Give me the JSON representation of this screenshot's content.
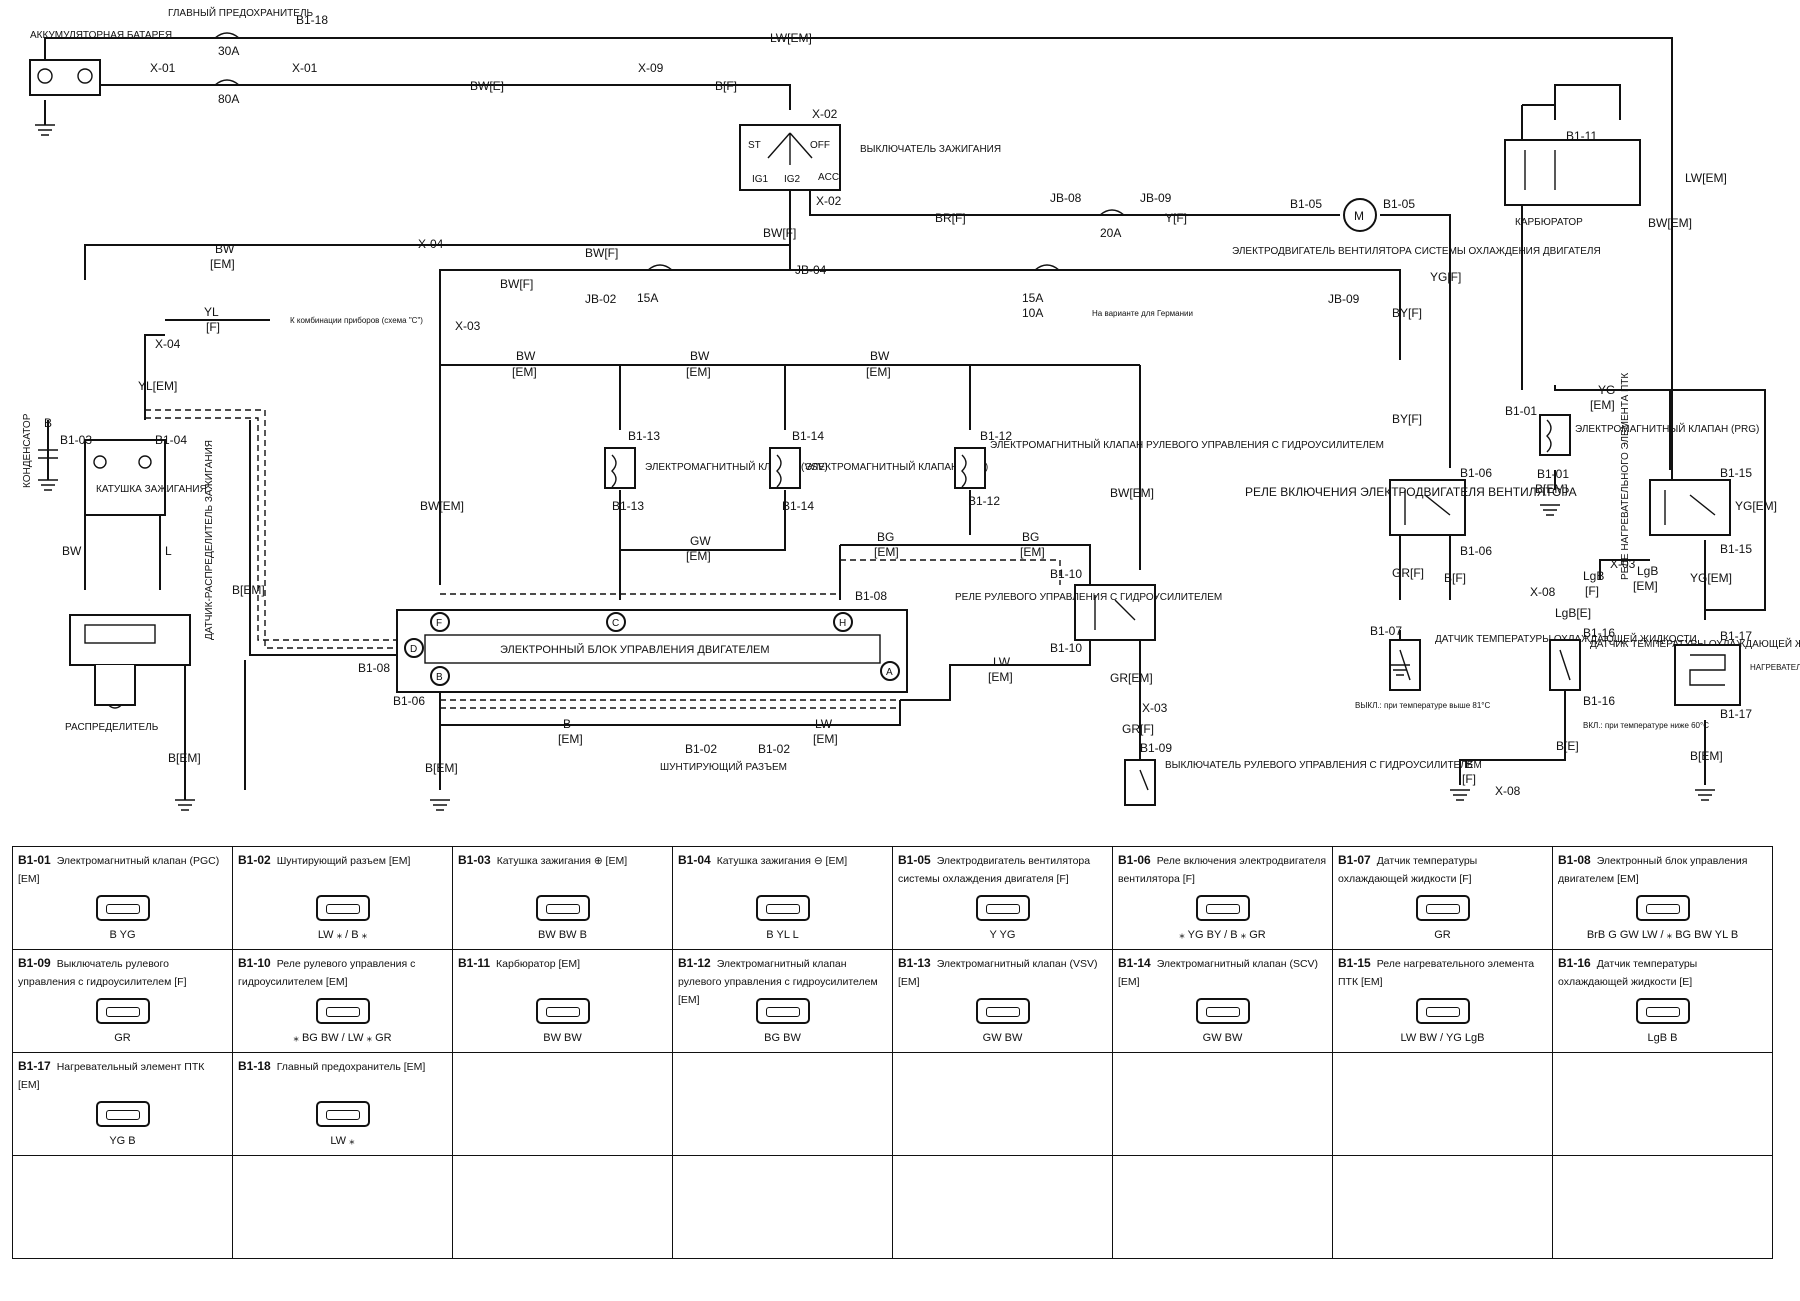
{
  "diagram": {
    "components": {
      "battery": "АККУМУЛЯТОРНАЯ БАТАРЕЯ",
      "main_fuse": "ГЛАВНЫЙ ПРЕДОХРАНИТЕЛЬ",
      "ignition_switch": "ВЫКЛЮЧАТЕЛЬ ЗАЖИГАНИЯ",
      "fan_motor": "ЭЛЕКТРОДВИГАТЕЛЬ ВЕНТИЛЯТОРА СИСТЕМЫ ОХЛАЖДЕНИЯ ДВИГАТЕЛЯ",
      "carburetor": "КАРБЮРАТОР",
      "condenser": "КОНДЕНСАТОР",
      "ignition_coil": "КАТУШКА ЗАЖИГАНИЯ",
      "distributor_sensor": "ДАТЧИК-РАСПРЕДЕЛИТЕЛЬ ЗАЖИГАНИЯ",
      "distributor": "РАСПРЕДЕЛИТЕЛЬ",
      "valve_vsv": "ЭЛЕКТРОМАГНИТНЫЙ КЛАПАН (VSV)",
      "valve_scv": "ЭЛЕКТРОМАГНИТНЫЙ КЛАПАН (SCV)",
      "valve_ps": "ЭЛЕКТРОМАГНИТНЫЙ КЛАПАН РУЛЕВОГО УПРАВЛЕНИЯ С ГИДРОУСИЛИТЕЛЕМ",
      "ecu": "ЭЛЕКТРОННЫЙ БЛОК УПРАВЛЕНИЯ ДВИГАТЕЛЕМ",
      "ps_relay": "РЕЛЕ РУЛЕВОГО УПРАВЛЕНИЯ С ГИДРОУСИЛИТЕЛЕМ",
      "ps_switch": "ВЫКЛЮЧАТЕЛЬ РУЛЕВОГО УПРАВЛЕНИЯ С ГИДРОУСИЛИТЕЛЕМ",
      "bypass_connector": "ШУНТИРУЮЩИЙ РАЗЪЕМ",
      "fan_relay": "РЕЛЕ ВКЛЮЧЕНИЯ ЭЛЕКТРОДВИГАТЕЛЯ ВЕНТИЛЯТОРА",
      "coolant_sensor_fan": "ДАТЧИК ТЕМПЕРАТУРЫ ОХЛАЖДАЮЩЕЙ ЖИДКОСТИ",
      "coolant_sensor_heater": "ДАТЧИК ТЕМПЕРАТУРЫ ОХЛАЖДАЮЩЕЙ ЖИДКОСТИ",
      "valve_pgc": "ЭЛЕКТРОМАГНИТНЫЙ КЛАПАН (PRG)",
      "ptc_relay": "РЕЛЕ НАГРЕВАТЕЛЬНОГО ЭЛЕМЕНТА ПТК",
      "ptc_heater": "НАГРЕВАТЕЛЬНЫЙ ЭЛЕМЕНТ ПТК"
    },
    "notes": {
      "combination_meter": "К комбинации приборов (схема \"С\")",
      "germany": "На варианте для Германии",
      "fan_off_temp": "ВЫКЛ.: при температуре выше 81°С",
      "heater_on_temp": "ВКЛ.: при температуре ниже 60°С"
    },
    "fuses": {
      "f30": "30A",
      "f80": "80A",
      "f20": "20A",
      "f15a": "15A",
      "f15b": "15A",
      "f10": "10A"
    },
    "switch_positions": [
      "ST",
      "OFF",
      "IG1",
      "IG2",
      "ACC"
    ],
    "ecu_terminals": [
      "F",
      "C",
      "H",
      "D",
      "B",
      "A"
    ],
    "motor_symbol": "M",
    "wire_labels": {
      "lw_em": "LW[EM]",
      "bw_e": "BW[E]",
      "b_f": "B[F]",
      "br_f": "BR[F]",
      "y_f": "Y[F]",
      "bw_f_top": "BW[F]",
      "bw_em_left": "BW",
      "bw_em_left2": "[EM]",
      "bw_f_mid": "BW[F]",
      "bw_f_jb": "BW[F]",
      "yl": "YL",
      "yl_f": "[F]",
      "yl_em": "YL[EM]",
      "bw_1": "BW",
      "bw_1b": "[EM]",
      "bw_2": "BW",
      "bw_2b": "[EM]",
      "bw_3": "BW",
      "bw_3b": "[EM]",
      "bw_em_vert": "BW[EM]",
      "bw_em_vert2": "BW[EM]",
      "gw": "GW",
      "gw_b": "[EM]",
      "bg_1": "BG",
      "bg_1b": "[EM]",
      "bg_2": "BG",
      "bg_2b": "[EM]",
      "lw_ecu": "LW",
      "lw_ecu_b": "[EM]",
      "b_em_short": "B",
      "b_em_short_b": "[EM]",
      "lw_short": "LW",
      "lw_short_b": "[EM]",
      "b_em_left": "B[EM]",
      "b_em_ground": "B[EM]",
      "b_em_ground2": "B[EM]",
      "bw_coil": "BW",
      "l_coil": "L",
      "b_small": "B",
      "gr_em": "GR[EM]",
      "gr_f": "GR[F]",
      "yg_f": "YG[F]",
      "by_f": "BY[F]",
      "by_f2": "BY[F]",
      "gr_f2": "GR[F]",
      "b_f2": "B[F]",
      "bw_em_right": "BW[EM]",
      "lw_em_right": "LW[EM]",
      "yg_em": "YG",
      "yg_em_b": "[EM]",
      "b_em_pgc": "B[EM]",
      "yg_em_right": "YG[EM]",
      "lgb_f": "LgB",
      "lgb_f_b": "[F]",
      "lgb_em": "LgB",
      "lgb_em_b": "[EM]",
      "yg_em_ptc": "YG[EM]",
      "lgb_e": "LgB[E]",
      "b_e": "B[E]",
      "b_f_bottom": "B",
      "b_f_bottom_b": "[F]",
      "b_em_ptc": "B[EM]"
    },
    "connectors": {
      "x01a": "X-01",
      "x01b": "X-01",
      "x09": "X-09",
      "x02a": "X-02",
      "x02b": "X-02",
      "x04a": "X-04",
      "x04b": "X-04",
      "x03a": "X-03",
      "x03b": "X-03",
      "x03c": "X-03",
      "x08a": "X-08",
      "x08b": "X-08",
      "jb08": "JB-08",
      "jb09a": "JB-09",
      "jb04": "JB-04",
      "jb02": "JB-02",
      "jb09b": "JB-09",
      "b118": "B1-18",
      "b105a": "B1-05",
      "b105b": "B1-05",
      "b111": "B1-11",
      "b103": "B1-03",
      "b104": "B1-04",
      "b113a": "B1-13",
      "b113b": "B1-13",
      "b114a": "B1-14",
      "b114b": "B1-14",
      "b112a": "B1-12",
      "b112b": "B1-12",
      "b110a": "B1-10",
      "b110b": "B1-10",
      "b108a": "B1-08",
      "b108b": "B1-08",
      "b106a": "B1-06",
      "b102a": "B1-02",
      "b102b": "B1-02",
      "b109": "B1-09",
      "b106b": "B1-06",
      "b106c": "B1-06",
      "b107": "B1-07",
      "b101a": "B1-01",
      "b101b": "B1-01",
      "b115a": "B1-15",
      "b115b": "B1-15",
      "b116a": "B1-16",
      "b116b": "B1-16",
      "b117a": "B1-17",
      "b117b": "B1-17"
    }
  },
  "connector_table": {
    "rows": [
      [
        {
          "id": "B1-01",
          "title": "Электромагнитный клапан (PGC) [EM]",
          "pins": "B  YG"
        },
        {
          "id": "B1-02",
          "title": "Шунтирующий разъем [EM]",
          "pins": "LW  ⁎  /  B  ⁎"
        },
        {
          "id": "B1-03",
          "title": "Катушка зажигания ⊕ [EM]",
          "pins": "BW  BW  B"
        },
        {
          "id": "B1-04",
          "title": "Катушка зажигания ⊖ [EM]",
          "pins": "B  YL     L"
        },
        {
          "id": "B1-05",
          "title": "Электродвигатель вентилятора системы охлаждения двигателя [F]",
          "pins": "Y  YG"
        },
        {
          "id": "B1-06",
          "title": "Реле включения электродвигателя вентилятора [F]",
          "pins": "⁎ YG BY / B ⁎ GR"
        },
        {
          "id": "B1-07",
          "title": "Датчик температуры охлаждающей жидкости [F]",
          "pins": "GR"
        },
        {
          "id": "B1-08",
          "title": "Электронный блок управления двигателем [EM]",
          "pins": "BrB G GW LW / ⁎ BG BW YL B"
        }
      ],
      [
        {
          "id": "B1-09",
          "title": "Выключатель рулевого управления с гидроусилителем [F]",
          "pins": "GR"
        },
        {
          "id": "B1-10",
          "title": "Реле рулевого управления с гидроусилителем [EM]",
          "pins": "⁎ BG BW / LW ⁎ GR"
        },
        {
          "id": "B1-11",
          "title": "Карбюратор [EM]",
          "pins": "BW  BW"
        },
        {
          "id": "B1-12",
          "title": "Электромагнитный клапан рулевого управления с гидроусилителем [EM]",
          "pins": "BG  BW"
        },
        {
          "id": "B1-13",
          "title": "Электромагнитный клапан (VSV) [EM]",
          "pins": "GW  BW"
        },
        {
          "id": "B1-14",
          "title": "Электромагнитный клапан (SCV) [EM]",
          "pins": "GW  BW"
        },
        {
          "id": "B1-15",
          "title": "Реле нагревательного элемента ПТК [EM]",
          "pins": "LW BW / YG LgB"
        },
        {
          "id": "B1-16",
          "title": "Датчик температуры охлаждающей жидкости [E]",
          "pins": "LgB  B"
        }
      ],
      [
        {
          "id": "B1-17",
          "title": "Нагревательный элемент ПТК [EM]",
          "pins": "YG  B"
        },
        {
          "id": "B1-18",
          "title": "Главный предохранитель [EM]",
          "pins": "LW  ⁎"
        },
        {
          "id": "",
          "title": "",
          "pins": ""
        },
        {
          "id": "",
          "title": "",
          "pins": ""
        },
        {
          "id": "",
          "title": "",
          "pins": ""
        },
        {
          "id": "",
          "title": "",
          "pins": ""
        },
        {
          "id": "",
          "title": "",
          "pins": ""
        },
        {
          "id": "",
          "title": "",
          "pins": ""
        }
      ],
      [
        {
          "id": "",
          "title": "",
          "pins": ""
        },
        {
          "id": "",
          "title": "",
          "pins": ""
        },
        {
          "id": "",
          "title": "",
          "pins": ""
        },
        {
          "id": "",
          "title": "",
          "pins": ""
        },
        {
          "id": "",
          "title": "",
          "pins": ""
        },
        {
          "id": "",
          "title": "",
          "pins": ""
        },
        {
          "id": "",
          "title": "",
          "pins": ""
        },
        {
          "id": "",
          "title": "",
          "pins": ""
        }
      ]
    ]
  }
}
